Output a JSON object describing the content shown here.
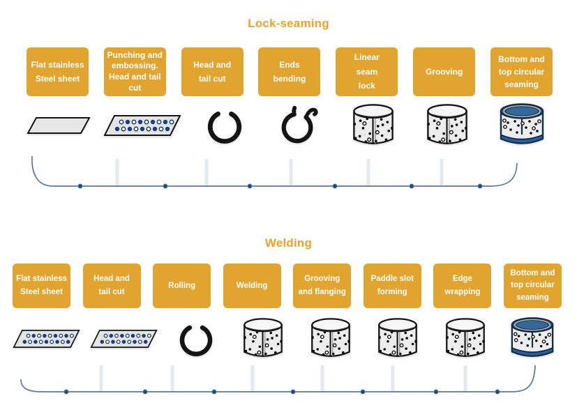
{
  "colors": {
    "box_fill": "#e0a42f",
    "box_text": "#ffffff",
    "title_color": "#f0a125",
    "line_color": "#56799f",
    "dot_fill": "#1e4b7c",
    "dot_stroke": "#7c9cba",
    "tick_fill": "#e3e9ee",
    "outline": "#141414",
    "navy": "#1b3e74",
    "steel_fill": "#ededed",
    "steel_top": "#f6f6f6",
    "cap_blue": "#2d5f93",
    "cap_dark": "#122c4e",
    "rim_tan": "#cdbd96"
  },
  "sections": [
    {
      "id": "lock-seaming",
      "title": "Lock-seaming",
      "steps": [
        {
          "label": "Flat stainless Steel sheet",
          "icon": "flat-sheet"
        },
        {
          "label": "Punching and embossing. Head and tail cut",
          "icon": "perforated-sheet"
        },
        {
          "label": "Head and tail cut",
          "icon": "open-ring"
        },
        {
          "label": "Ends bending",
          "icon": "bent-ends-ring"
        },
        {
          "label": "Linear seam lock",
          "icon": "perforated-cylinder"
        },
        {
          "label": "Grooving",
          "icon": "perforated-cylinder"
        },
        {
          "label": "Bottom and top circular seaming",
          "icon": "seamed-cylinder"
        }
      ]
    },
    {
      "id": "welding",
      "title": "Welding",
      "steps": [
        {
          "label": "Flat stainless Steel sheet",
          "icon": "perforated-sheet"
        },
        {
          "label": "Head and tail cut",
          "icon": "perforated-sheet"
        },
        {
          "label": "Rolling",
          "icon": "open-ring"
        },
        {
          "label": "Welding",
          "icon": "perforated-cylinder"
        },
        {
          "label": "Grooving and flanging",
          "icon": "perforated-cylinder"
        },
        {
          "label": "Paddle slot forming",
          "icon": "perforated-cylinder"
        },
        {
          "label": "Edge wrapping",
          "icon": "perforated-cylinder"
        },
        {
          "label": "Bottom and top circular seaming",
          "icon": "seamed-cylinder"
        }
      ]
    }
  ]
}
